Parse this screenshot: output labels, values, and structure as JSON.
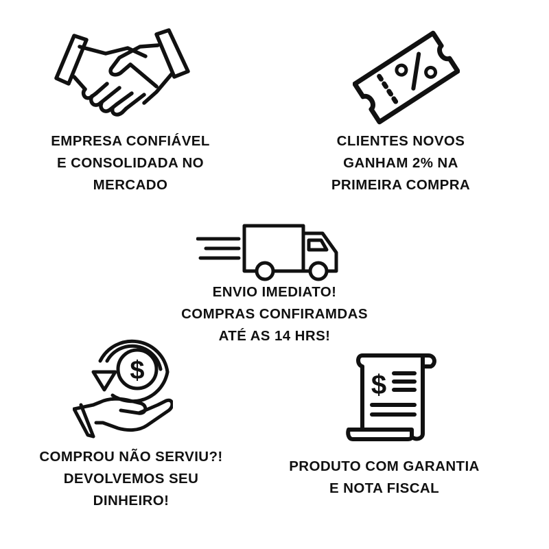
{
  "colors": {
    "ink": "#111111",
    "background": "#ffffff"
  },
  "features": {
    "trust": {
      "icon": "handshake-icon",
      "lines": [
        "EMPRESA CONFIÁVEL",
        "E CONSOLIDADA NO",
        "MERCADO"
      ]
    },
    "discount": {
      "icon": "discount-ticket-icon",
      "lines": [
        "CLIENTES NOVOS",
        "GANHAM 2% NA",
        "PRIMEIRA COMPRA"
      ]
    },
    "shipping": {
      "icon": "delivery-truck-icon",
      "lines": [
        "ENVIO IMEDIATO!",
        "COMPRAS CONFIRAMDAS",
        "ATÉ AS 14 HRS!"
      ]
    },
    "refund": {
      "icon": "money-back-icon",
      "lines": [
        "COMPROU NÃO SERVIU?!",
        "DEVOLVEMOS SEU",
        "DINHEIRO!"
      ]
    },
    "warranty": {
      "icon": "invoice-receipt-icon",
      "lines": [
        "PRODUTO COM GARANTIA",
        "E NOTA FISCAL"
      ]
    }
  }
}
